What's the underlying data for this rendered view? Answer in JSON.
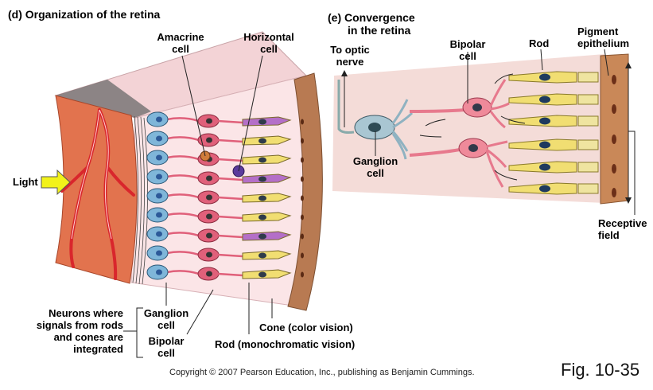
{
  "panel_d": {
    "title": "(d) Organization of the retina",
    "labels": {
      "amacrine": [
        "Amacrine",
        "cell"
      ],
      "horizontal": [
        "Horizontal",
        "cell"
      ],
      "light": "Light",
      "neurons_note": [
        "Neurons where",
        "signals from rods",
        "and cones are",
        "integrated"
      ],
      "ganglion": [
        "Ganglion",
        "cell"
      ],
      "bipolar": [
        "Bipolar",
        "cell"
      ],
      "cone": "Cone (color vision)",
      "rod": "Rod (monochromatic vision)"
    }
  },
  "panel_e": {
    "title": [
      "(e) Convergence",
      "in the retina"
    ],
    "labels": {
      "optic": [
        "To optic",
        "nerve"
      ],
      "bipolar": [
        "Bipolar",
        "cell"
      ],
      "rod": "Rod",
      "pigment": [
        "Pigment",
        "epithelium"
      ],
      "ganglion": [
        "Ganglion",
        "cell"
      ],
      "receptive": [
        "Receptive",
        "field"
      ]
    }
  },
  "colors": {
    "ganglion": "#7fb6d9",
    "bipolar": "#e0607a",
    "rod": "#f1de72",
    "cone": "#b46fc8",
    "pigment": "#b87a52",
    "tissue": "#f7dede",
    "sclera": "#e2734e",
    "vessel": "#d9262c",
    "light_arrow": "#f2f21a"
  },
  "footer": {
    "copyright": "Copyright © 2007 Pearson Education, Inc., publishing as Benjamin Cummings.",
    "figure": "Fig. 10-35"
  }
}
